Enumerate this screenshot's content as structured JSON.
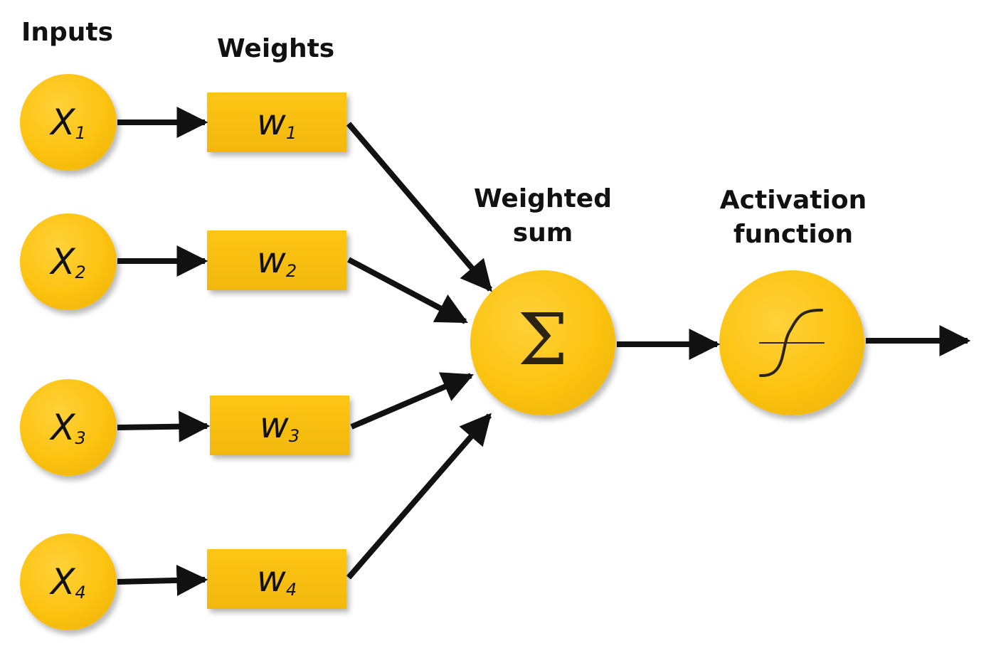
{
  "headings": {
    "inputs": "Inputs",
    "weights": "Weights",
    "weighted_sum": [
      "Weighted",
      "sum"
    ],
    "activation": [
      "Activation",
      "function"
    ]
  },
  "inputs": [
    {
      "symbol": "X",
      "subscript": "1"
    },
    {
      "symbol": "X",
      "subscript": "2"
    },
    {
      "symbol": "X",
      "subscript": "3"
    },
    {
      "symbol": "X",
      "subscript": "4"
    }
  ],
  "weights": [
    {
      "symbol": "w",
      "subscript": "1"
    },
    {
      "symbol": "w",
      "subscript": "2"
    },
    {
      "symbol": "w",
      "subscript": "3"
    },
    {
      "symbol": "w",
      "subscript": "4"
    }
  ],
  "sum_node": {
    "symbol": "Σ",
    "icon": "sigma-icon"
  },
  "activation_node": {
    "icon": "sigmoid-curve-icon"
  },
  "colors": {
    "node_fill": "#fcc20f",
    "arrow": "#111111",
    "text": "#111111",
    "background": "#ffffff"
  }
}
